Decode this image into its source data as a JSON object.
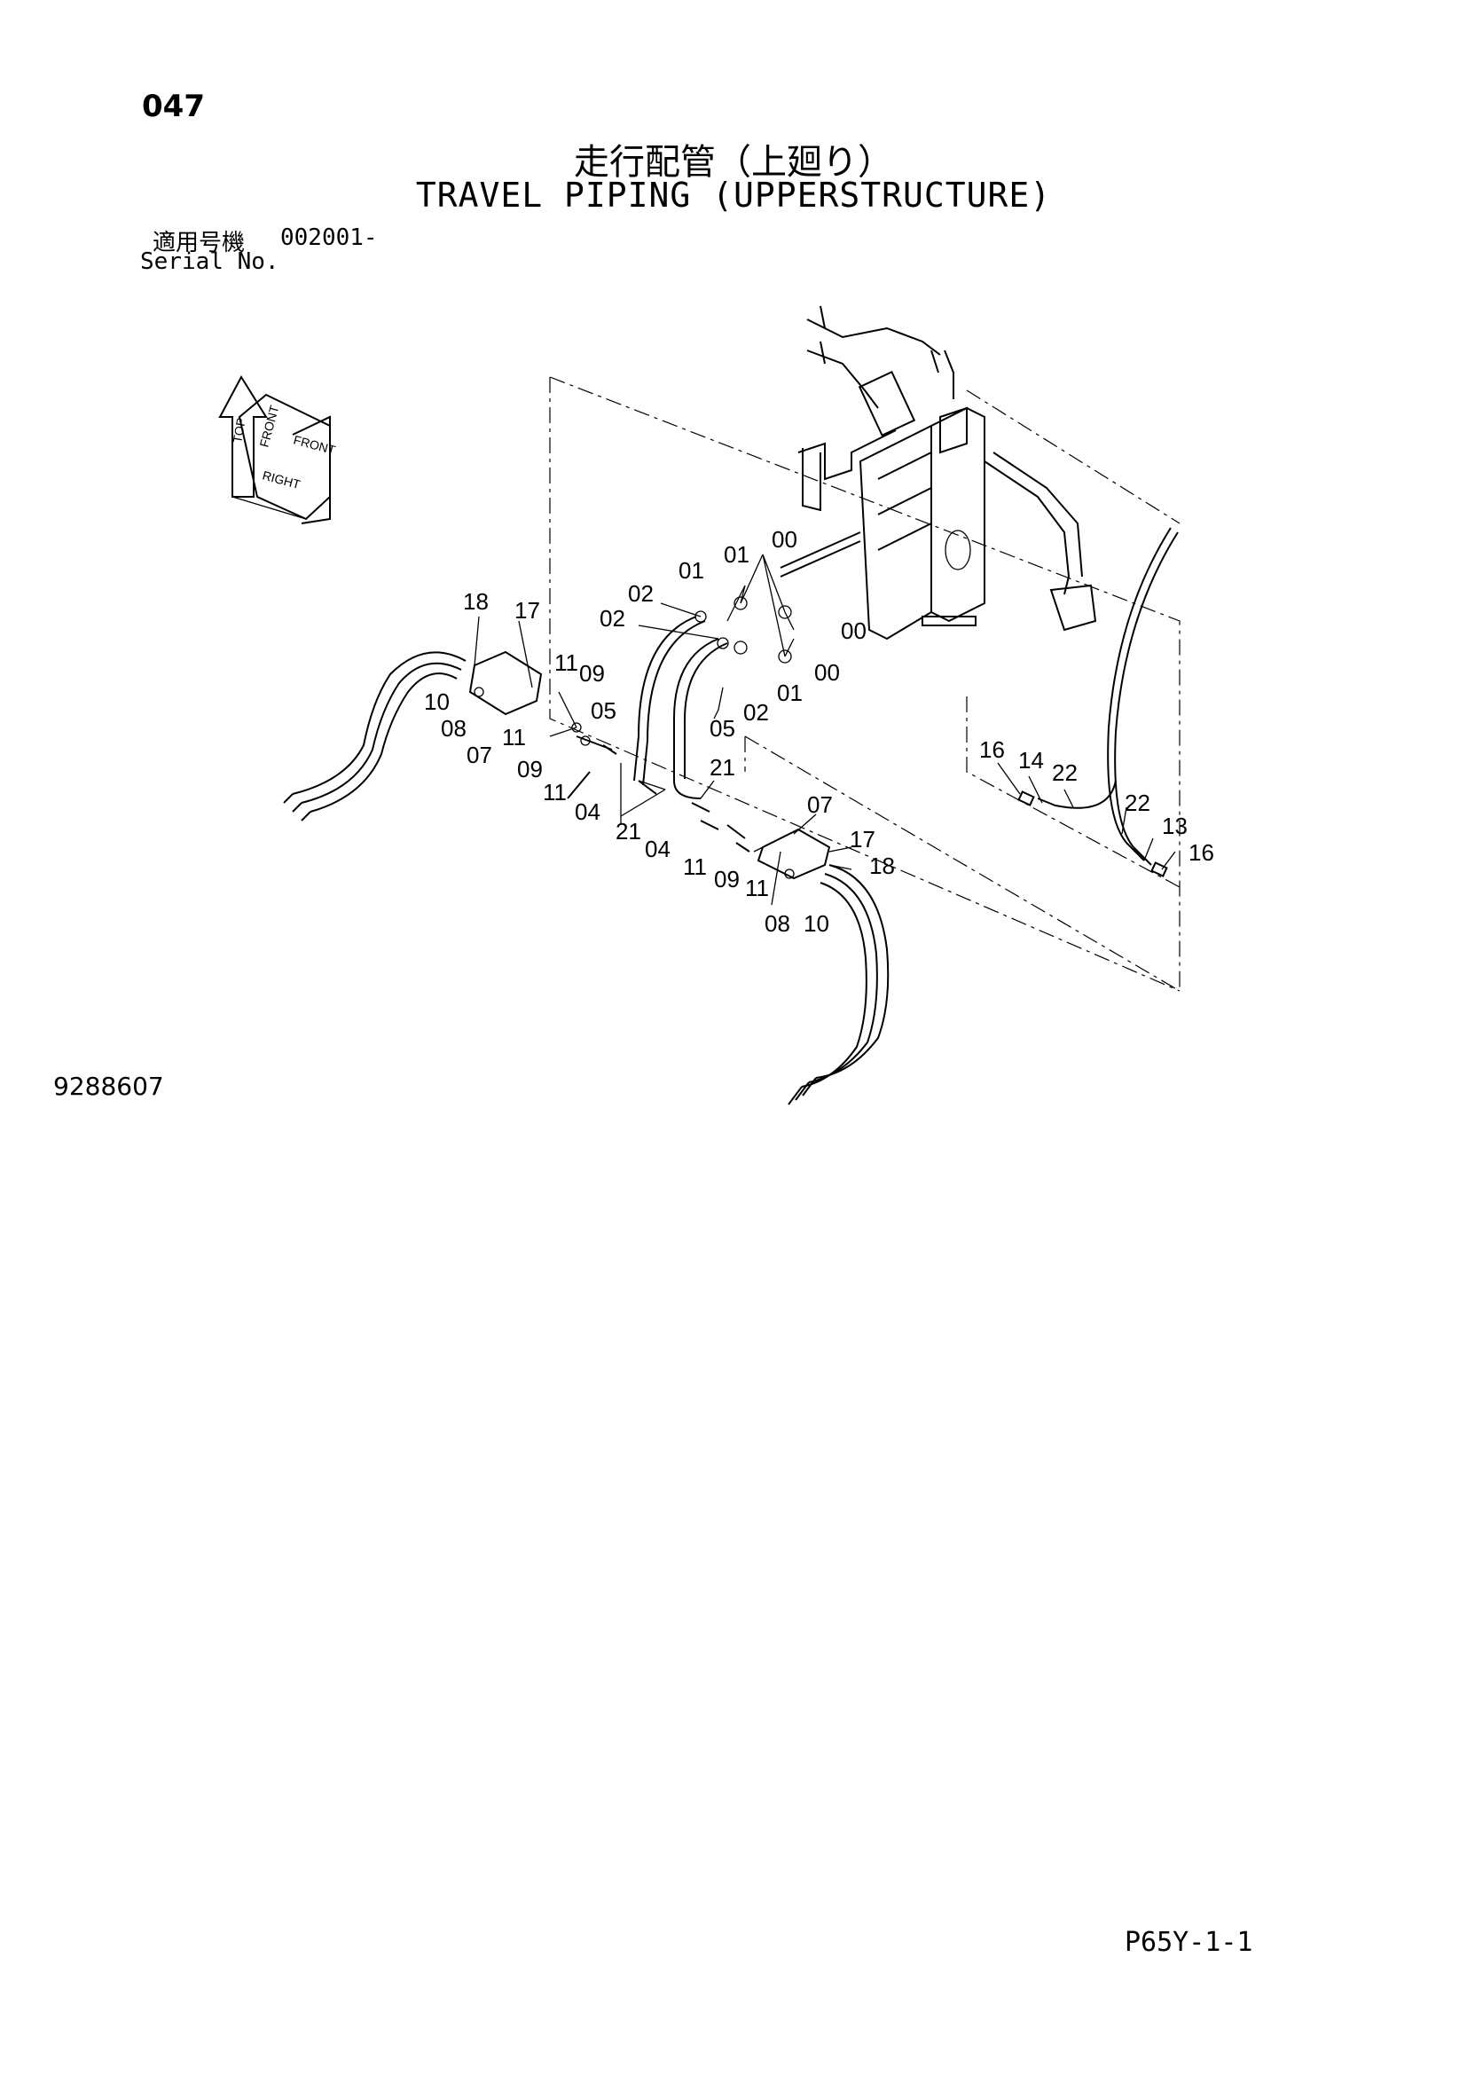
{
  "header": {
    "page_number": "047",
    "title_jp": "走行配管（上廻り）",
    "title_en": "TRAVEL PIPING (UPPERSTRUCTURE)",
    "serial_label_jp": "適用号機",
    "serial_value": "002001-",
    "serial_label_en": "Serial No."
  },
  "orientation_arrows": {
    "labels": [
      "TOP",
      "FRONT",
      "FRONT",
      "RIGHT"
    ]
  },
  "callouts": {
    "c1": "00",
    "c2": "00",
    "c3": "00",
    "c4": "01",
    "c5": "01",
    "c6": "01",
    "c7": "02",
    "c8": "02",
    "c9": "02",
    "c10": "18",
    "c11": "17",
    "c12": "10",
    "c13": "08",
    "c14": "07",
    "c15": "11",
    "c16": "09",
    "c17": "11",
    "c18": "09",
    "c19": "05",
    "c20": "11",
    "c21": "04",
    "c22": "21",
    "c23": "05",
    "c24": "21",
    "c25": "04",
    "c26": "07",
    "c27": "17",
    "c28": "11",
    "c29": "09",
    "c30": "11",
    "c31": "18",
    "c32": "08",
    "c33": "10",
    "c34": "16",
    "c35": "14",
    "c36": "22",
    "c37": "22",
    "c38": "13",
    "c39": "16"
  },
  "footer": {
    "drawing_number": "9288607",
    "sheet_code": "P65Y-1-1"
  }
}
